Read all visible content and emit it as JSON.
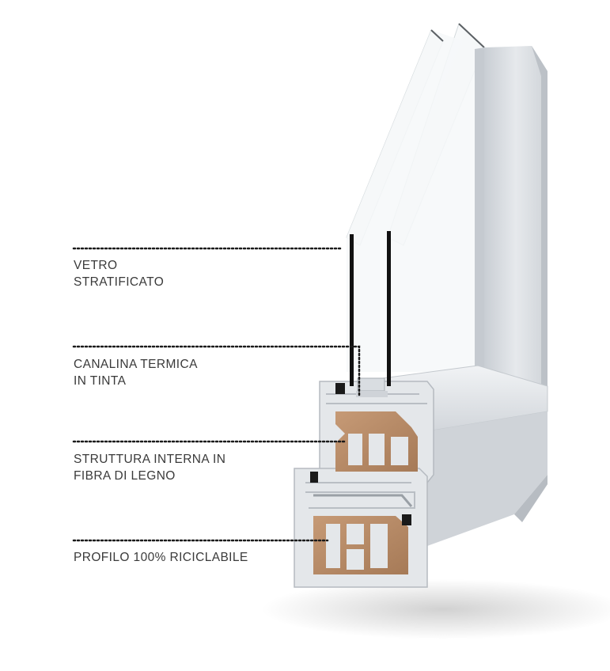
{
  "labels": {
    "vetro": {
      "line1": "VETRO",
      "line2": "STRATIFICATO"
    },
    "canalina": {
      "line1": "CANALINA TERMICA",
      "line2": "IN TINTA"
    },
    "struttura": {
      "line1": "STRUTTURA INTERNA IN",
      "line2": "FIBRA DI LEGNO"
    },
    "profilo": {
      "line1": "PROFILO 100% RICICLABILE"
    }
  },
  "colors": {
    "profile_face": "#dcdfe3",
    "profile_shadow": "#b9bec4",
    "wood_fiber": "#b88a66",
    "wood_dark": "#8f6646",
    "gasket": "#1a1a1a",
    "glass": "#eef3f4",
    "leader_line": "#1a1a1a",
    "label_text": "#3a3a3a"
  }
}
